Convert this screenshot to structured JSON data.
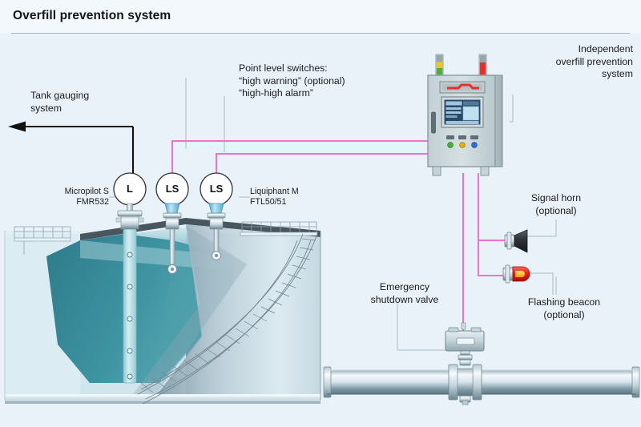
{
  "header": {
    "title": "Overfill prevention system"
  },
  "colors": {
    "background": "#e8f2f8",
    "header_bg": "#f2f8fb",
    "signal_line": "#ea73cf",
    "leader_line": "#a9bcc6",
    "tank_body": "#cfe3ec",
    "liquid_dark": "#2b7d8e",
    "liquid_light": "#9fd4dd",
    "panel_body": "#ccd9dc",
    "beacon_red": "#f11c17",
    "beacon_yellow": "#f5b400",
    "lamp_green": "#3cb52e",
    "lamp_yellow": "#e2b100",
    "lamp_blue": "#2a6fd1",
    "display_blue": "#2b4a68"
  },
  "labels": {
    "tank_gauging": "Tank gauging\nsystem",
    "point_level_switches": "Point level switches:\n“high warning” (optional)\n“high-high alarm”",
    "independent_system": "Independent\noverfill prevention\nsystem",
    "micropilot": "Micropilot S\nFMR532",
    "liquiphant": "Liquiphant M\nFTL50/51",
    "signal_horn": "Signal horn\n(optional)",
    "flashing_beacon": "Flashing beacon\n(optional)",
    "emergency_valve": "Emergency\nshutdown valve"
  },
  "tags": {
    "level_transmitter": "L",
    "level_switch_1": "LS",
    "level_switch_2": "LS"
  },
  "icons": {
    "arrow": "arrow-left-icon",
    "horn": "signal-horn-icon",
    "beacon": "flashing-beacon-icon",
    "panel": "control-panel-icon",
    "valve": "shutdown-valve-icon",
    "tank": "storage-tank-icon",
    "stack_light_green": "stack-light-green-icon",
    "stack_light_red": "stack-light-red-icon"
  }
}
